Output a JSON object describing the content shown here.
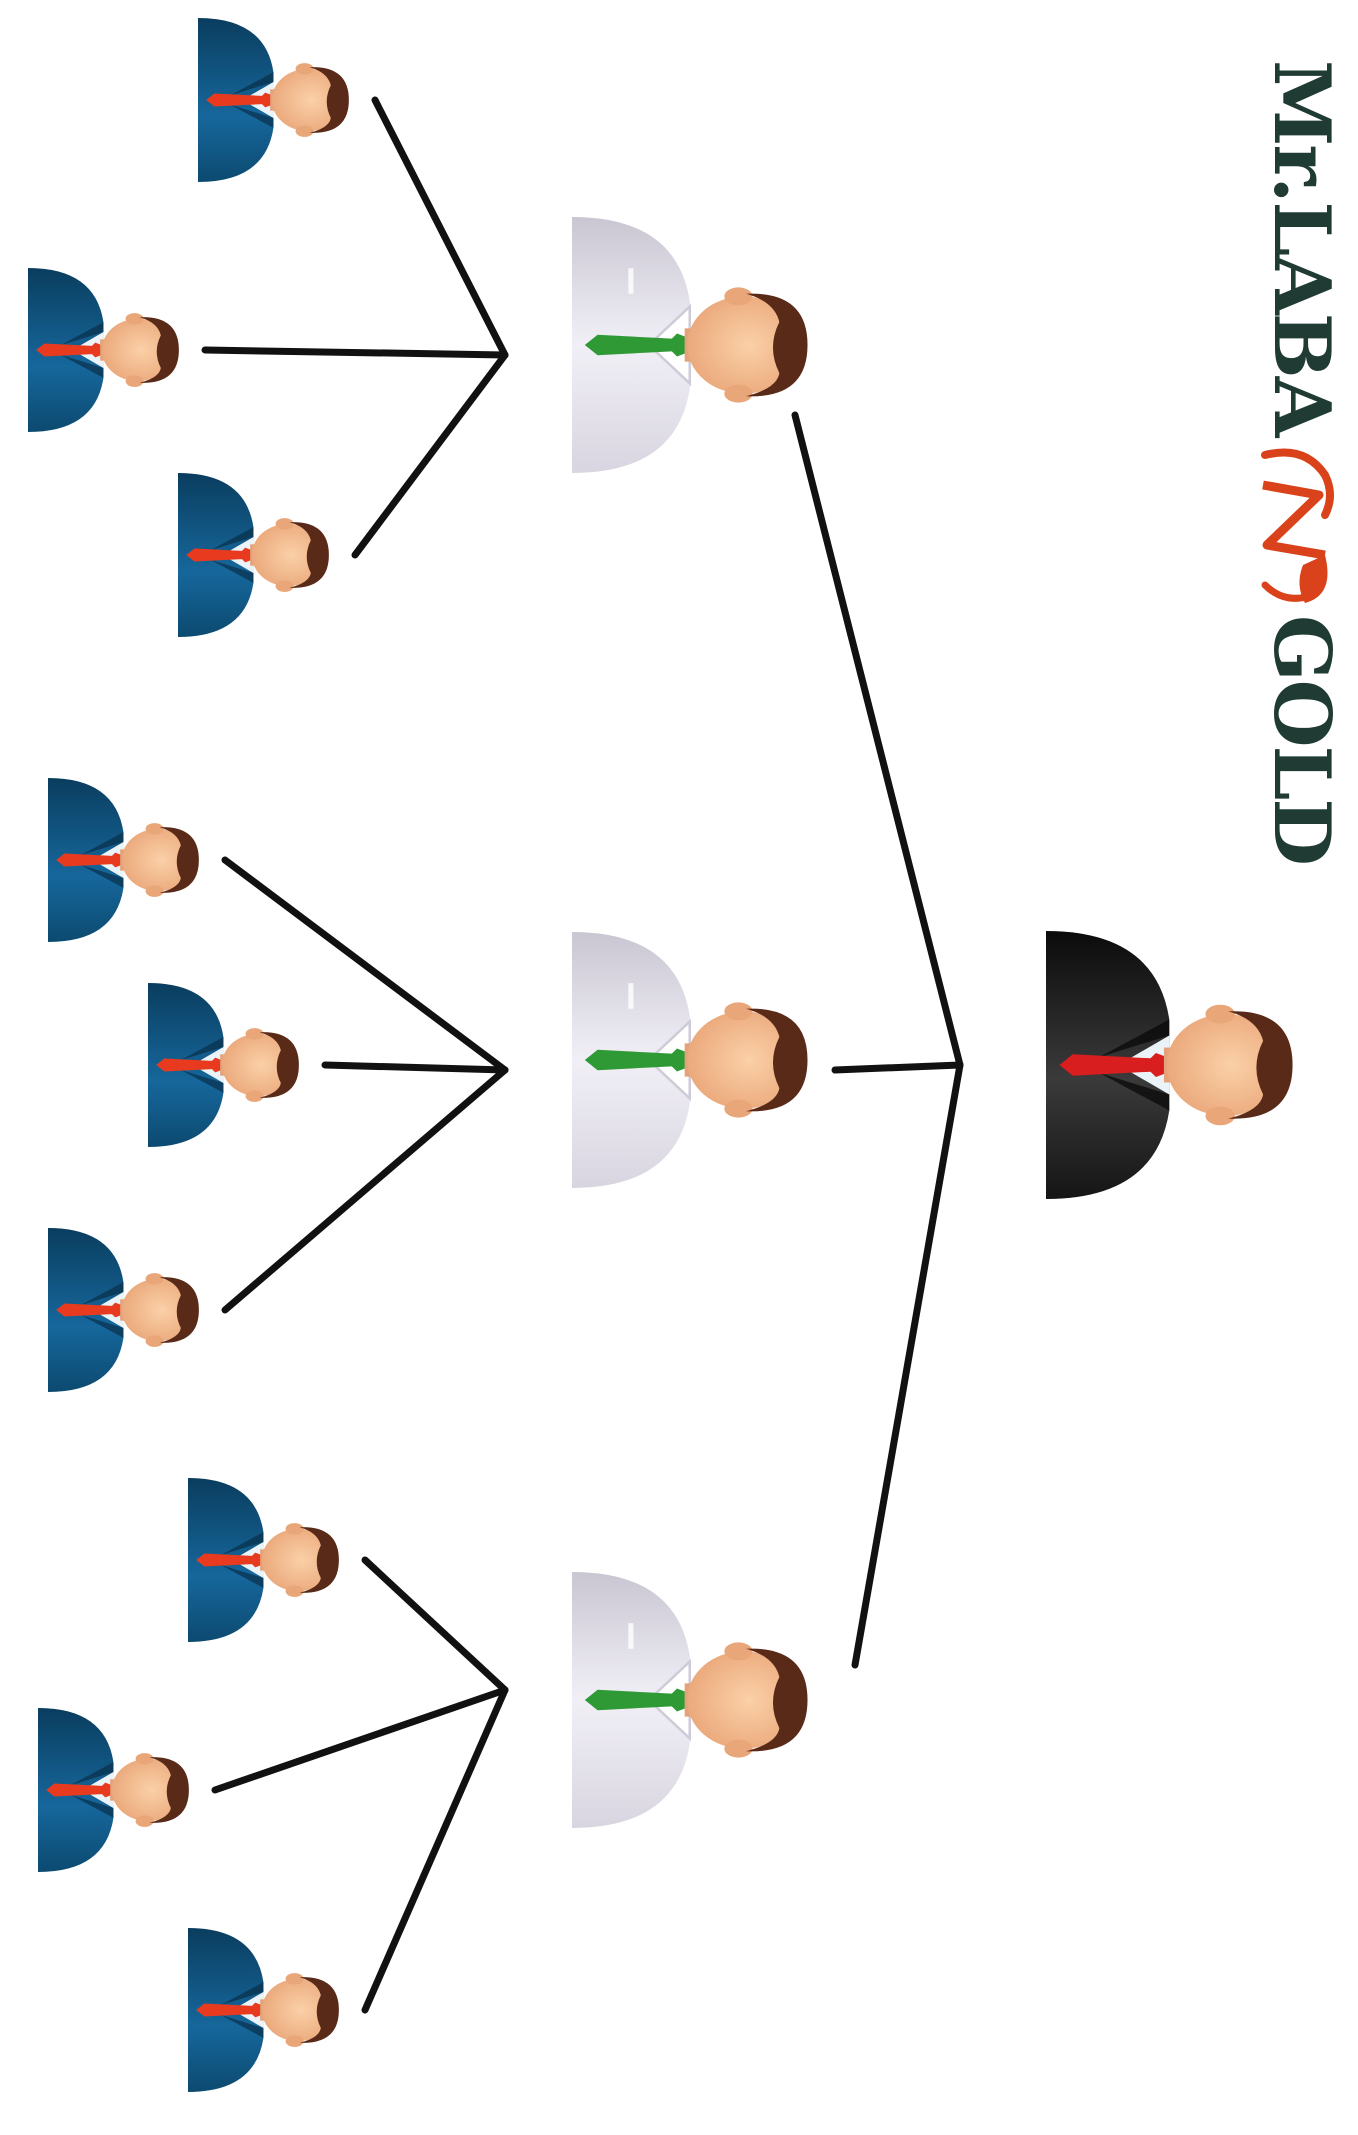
{
  "brand": {
    "name_left": "Mr.LABA",
    "name_right": "GOLD",
    "text_color": "#1f3b34",
    "mark_color": "#d9421a",
    "mark_icon": "leaf-n-monogram-icon"
  },
  "diagram": {
    "type": "hierarchy",
    "orientation": "rotated-90",
    "root": {
      "role": "leader",
      "suit_color": "#1c1c1c",
      "tie_color": "#d81e1e"
    },
    "levels": [
      {
        "role": "manager",
        "count": 3,
        "shirt_color": "#e4e1ec",
        "tie_color": "#2f9a35"
      },
      {
        "role": "member",
        "count": 9,
        "per_manager": 3,
        "suit_color": "#0f4f7a",
        "tie_color": "#e83a1f"
      }
    ],
    "line_color": "#111111"
  }
}
